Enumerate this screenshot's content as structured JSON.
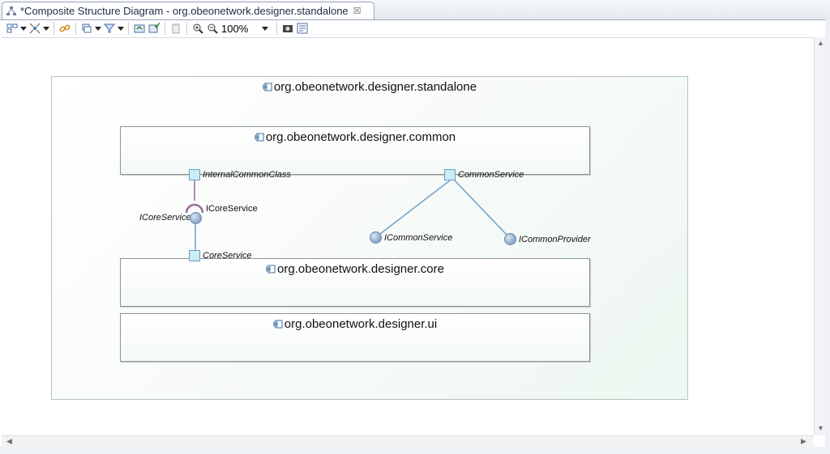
{
  "tab": {
    "title": "*Composite Structure Diagram - org.obeonetwork.designer.standalone",
    "close": "☒"
  },
  "toolbar": {
    "zoom_value": "100%"
  },
  "diagram": {
    "outer_title": "org.obeonetwork.designer.standalone",
    "components": {
      "common": "org.obeonetwork.designer.common",
      "core": "org.obeonetwork.designer.core",
      "ui": "org.obeonetwork.designer.ui"
    },
    "ports": {
      "internal_common_class": "InternalCommonClass",
      "common_service": "CommonService",
      "core_service": "CoreService"
    },
    "interfaces": {
      "icore_required": "ICoreService",
      "icore_provided": "ICoreService",
      "icommon_service": "ICommonService",
      "icommon_provider": "ICommonProvider"
    }
  },
  "colors": {
    "port_fill": "#c9ecf6",
    "link": "#6f9fcc",
    "required_socket": "#9b6c98"
  }
}
